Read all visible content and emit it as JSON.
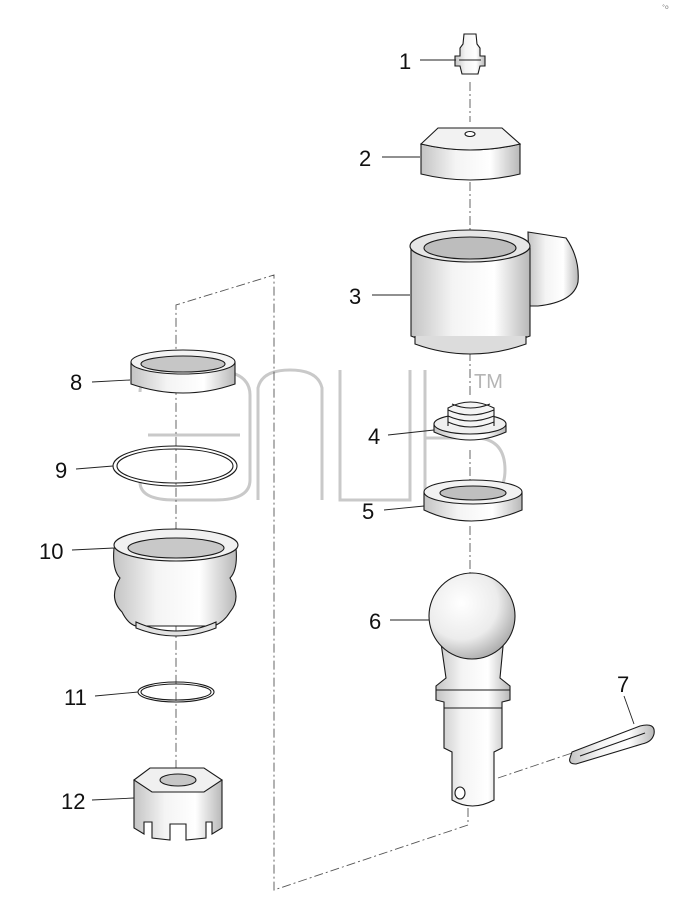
{
  "watermark": {
    "text": "ЭПЦБ",
    "trademark": "TM"
  },
  "corner_mark": "°o",
  "parts": [
    {
      "number": "1"
    },
    {
      "number": "2"
    },
    {
      "number": "3"
    },
    {
      "number": "4"
    },
    {
      "number": "5"
    },
    {
      "number": "6"
    },
    {
      "number": "7"
    },
    {
      "number": "8"
    },
    {
      "number": "9"
    },
    {
      "number": "10"
    },
    {
      "number": "11"
    },
    {
      "number": "12"
    }
  ],
  "colors": {
    "line": "#1a1a1a",
    "part_fill": "#ffffff",
    "shade": "#c8c8c8",
    "watermark": "#c9c9c9"
  }
}
